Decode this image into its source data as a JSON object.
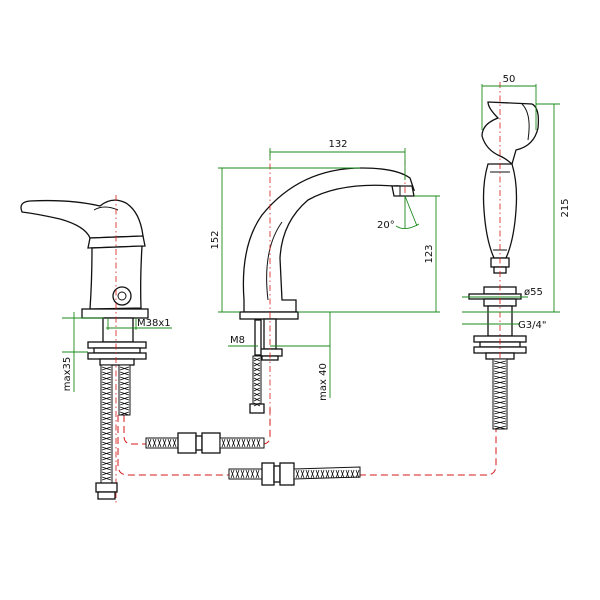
{
  "dimensions": {
    "handshower_width": "50",
    "handshower_height": "215",
    "handshower_diameter": "ø55",
    "handshower_thread": "G3/4\"",
    "spout_reach": "132",
    "spout_height": "152",
    "spout_outlet_height": "123",
    "spout_angle": "20°",
    "spout_thread": "M8",
    "spout_deck_max": "max 40",
    "mixer_thread": "M38x1",
    "mixer_deck_max": "max35"
  },
  "colors": {
    "outline": "#111111",
    "dimension_lines": "#1a8a1a",
    "centerlines": "#d61a1a"
  }
}
